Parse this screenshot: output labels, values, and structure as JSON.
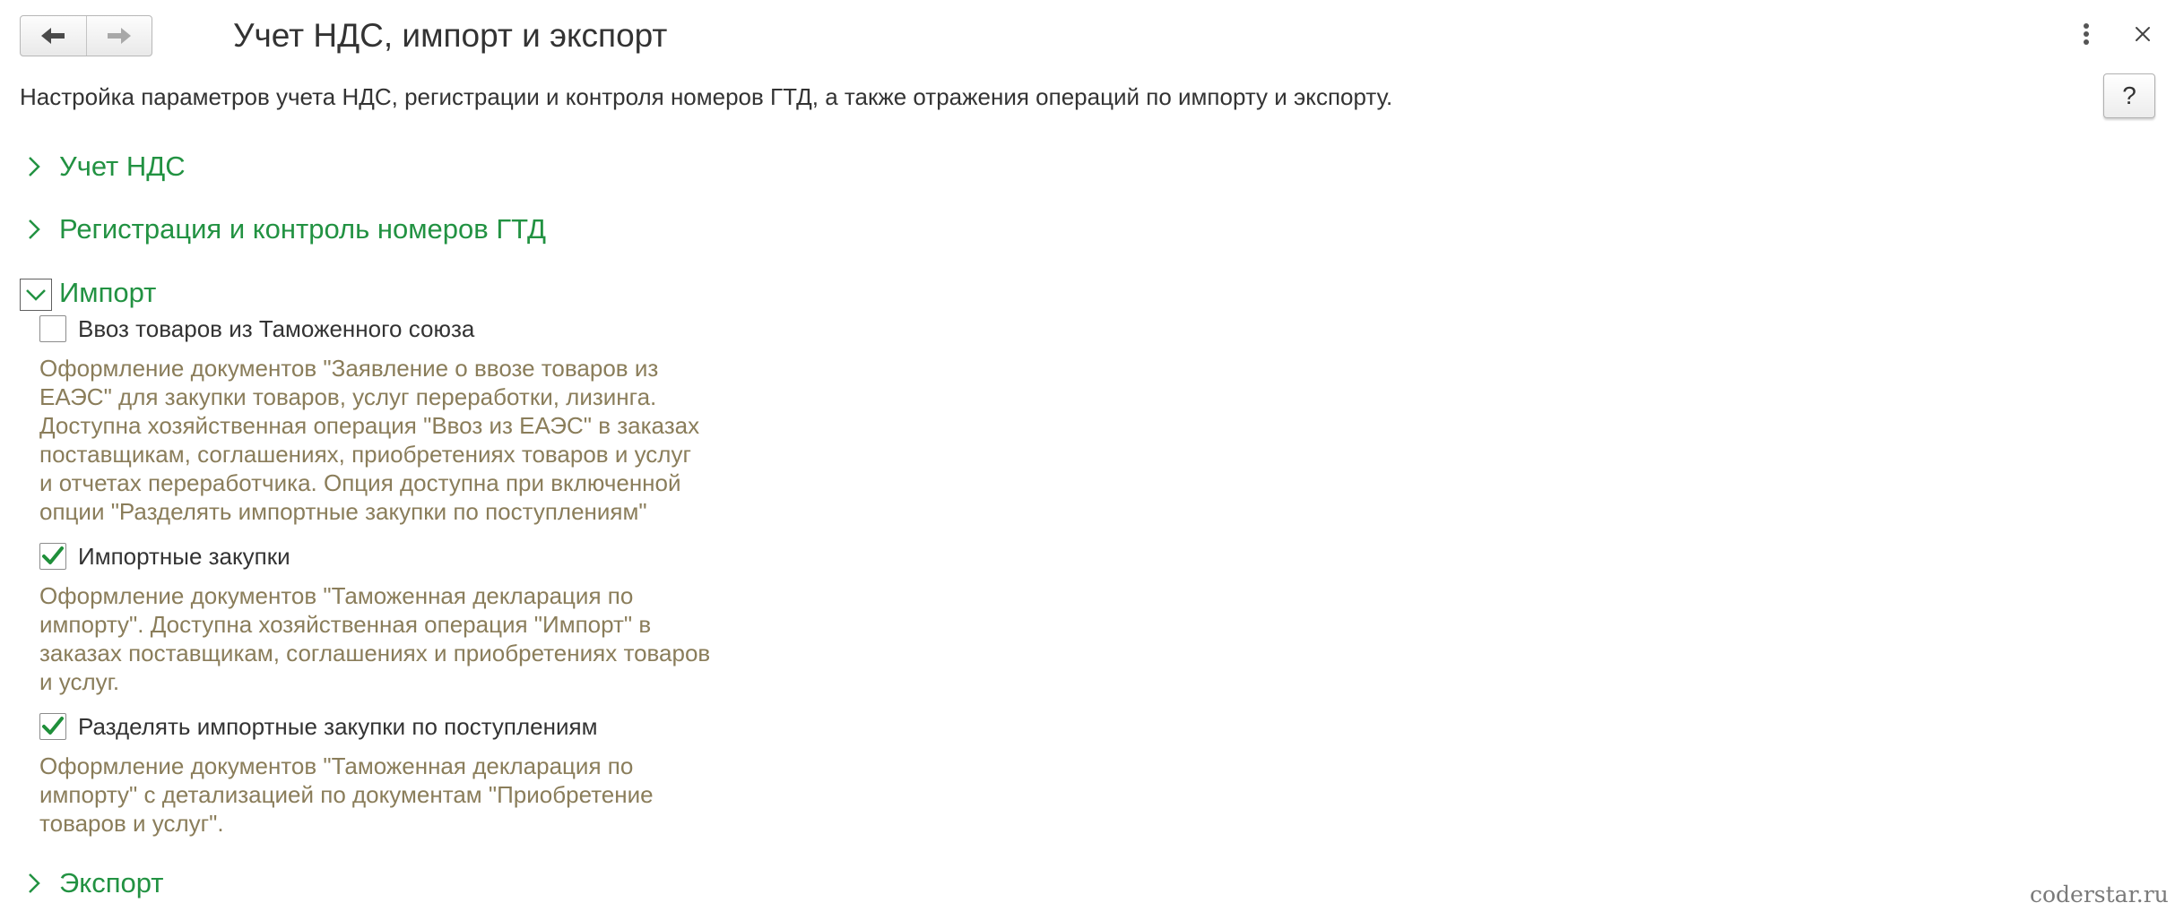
{
  "window": {
    "title": "Учет НДС, импорт и экспорт",
    "description": "Настройка параметров учета НДС, регистрации и контроля номеров ГТД, а также отражения операций по импорту и экспорту.",
    "help_label": "?",
    "menu_icon": "more-vertical-icon",
    "close_icon": "close-icon"
  },
  "sections": {
    "vat": {
      "label": "Учет НДС",
      "expanded": false
    },
    "gtd": {
      "label": "Регистрация и контроль номеров ГТД",
      "expanded": false
    },
    "import": {
      "label": "Импорт",
      "expanded": true
    },
    "export": {
      "label": "Экспорт",
      "expanded": false
    }
  },
  "import_options": [
    {
      "label": "Ввоз товаров из Таможенного союза",
      "checked": false,
      "hint": [
        "Оформление документов \"Заявление о ввозе товаров из",
        "ЕАЭС\" для закупки товаров, услуг переработки, лизинга.",
        "Доступна хозяйственная операция \"Ввоз из ЕАЭС\" в заказах",
        "поставщикам, соглашениях, приобретениях товаров и услуг",
        "и отчетах переработчика. Опция доступна при включенной",
        "опции \"Разделять импортные закупки по поступлениям\""
      ]
    },
    {
      "label": "Импортные закупки",
      "checked": true,
      "hint": [
        "Оформление документов \"Таможенная декларация по",
        "импорту\". Доступна хозяйственная операция \"Импорт\" в",
        "заказах поставщикам, соглашениях и приобретениях товаров",
        "и услуг."
      ]
    },
    {
      "label": "Разделять импортные закупки по поступлениям",
      "checked": true,
      "hint": [
        "Оформление документов \"Таможенная декларация по",
        "импорту\" с детализацией по документам \"Приобретение",
        "товаров и услуг\"."
      ]
    }
  ],
  "watermark": "coderstar.ru",
  "colors": {
    "section_green": "#229242",
    "hint_text": "#8a7d5a",
    "check_green": "#1f8f3a"
  }
}
